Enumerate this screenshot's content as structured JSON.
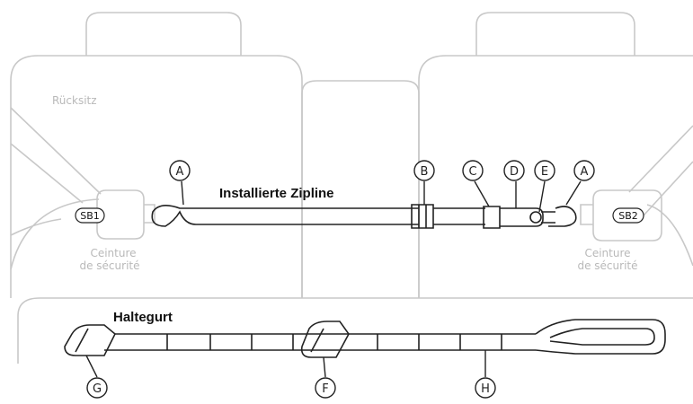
{
  "diagram": {
    "seat_label": "Rücksitz",
    "installed_label": "Installierte Zipline",
    "tether_label": "Haltegurt",
    "seatbelt_text": {
      "line1": "Ceinture",
      "line2": "de sécurité"
    },
    "seatbelt_tags": [
      "SB1",
      "SB2"
    ],
    "callouts": {
      "A": "A",
      "B": "B",
      "C": "C",
      "D": "D",
      "E": "E",
      "F": "F",
      "G": "G",
      "H": "H"
    },
    "colors": {
      "outline": "#c8c8c8",
      "strap": "#222222",
      "text": "#222222"
    }
  }
}
